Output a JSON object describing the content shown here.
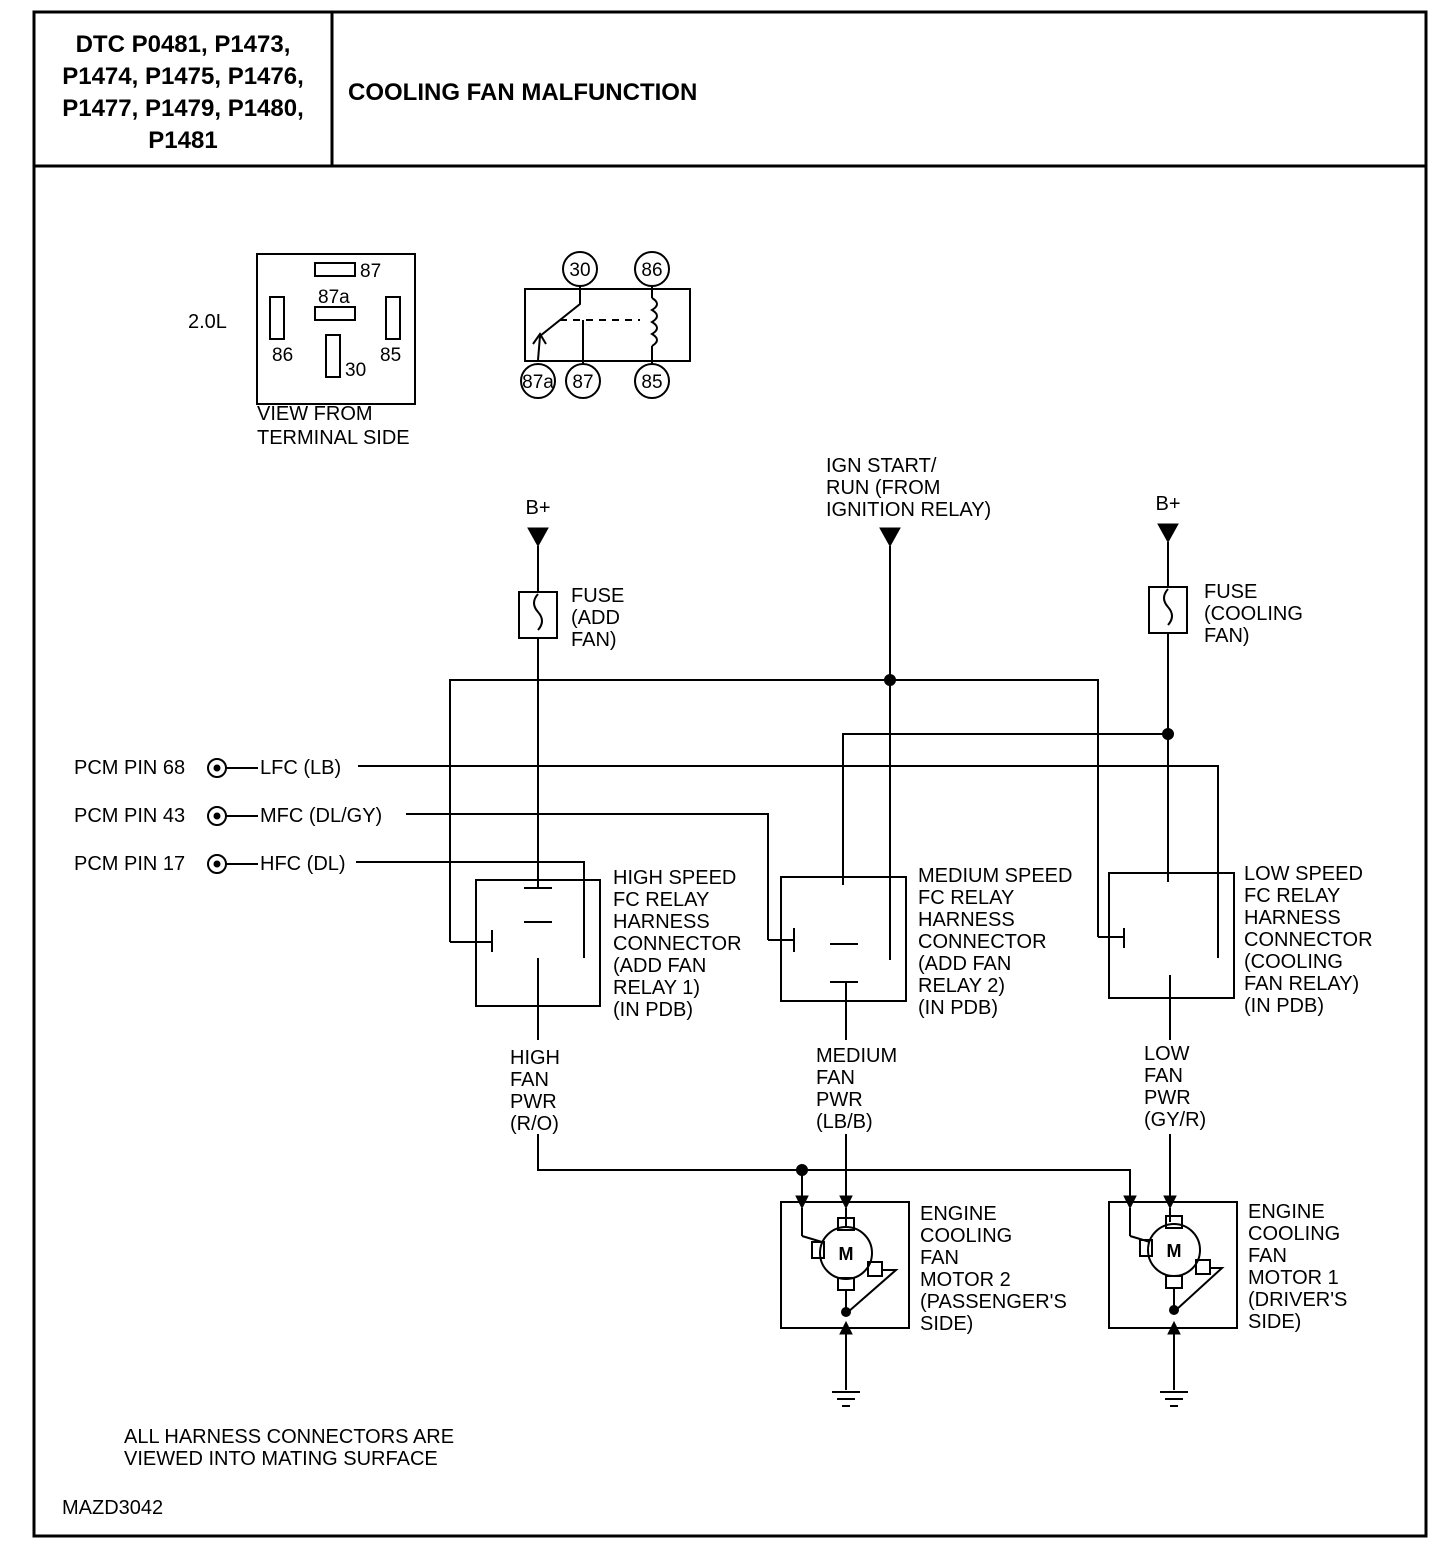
{
  "header": {
    "dtc_lines": [
      "DTC P0481, P1473,",
      "P1474, P1475, P1476,",
      "P1477, P1479, P1480,",
      "P1481"
    ],
    "title": "COOLING FAN MALFUNCTION"
  },
  "connector_view": {
    "engine": "2.0L",
    "terminals": [
      "87",
      "87a",
      "86",
      "85",
      "30"
    ],
    "caption_lines": [
      "VIEW FROM",
      "TERMINAL SIDE"
    ]
  },
  "relay_schematic": {
    "top_terminals": [
      "30",
      "86"
    ],
    "bottom_terminals": [
      "87a",
      "87",
      "85"
    ]
  },
  "power_sources": {
    "b_plus_left": "B+",
    "b_plus_right": "B+",
    "ign_lines": [
      "IGN START/",
      "RUN (FROM",
      "IGNITION RELAY)"
    ]
  },
  "fuses": {
    "add_fan": [
      "FUSE",
      "(ADD",
      "FAN)"
    ],
    "cooling_fan": [
      "FUSE",
      "(COOLING",
      "FAN)"
    ]
  },
  "pcm_pins": [
    {
      "pin": "PCM PIN 68",
      "signal": "LFC (LB)"
    },
    {
      "pin": "PCM PIN 43",
      "signal": "MFC (DL/GY)"
    },
    {
      "pin": "PCM PIN 17",
      "signal": "HFC (DL)"
    }
  ],
  "relays": {
    "high": [
      "HIGH SPEED",
      "FC RELAY",
      "HARNESS",
      "CONNECTOR",
      "(ADD FAN",
      "RELAY 1)",
      "(IN PDB)"
    ],
    "medium": [
      "MEDIUM SPEED",
      "FC RELAY",
      "HARNESS",
      "CONNECTOR",
      "(ADD FAN",
      "RELAY 2)",
      "(IN PDB)"
    ],
    "low": [
      "LOW SPEED",
      "FC RELAY",
      "HARNESS",
      "CONNECTOR",
      "(COOLING",
      "FAN RELAY)",
      "(IN PDB)"
    ]
  },
  "power_wires": {
    "high": [
      "HIGH",
      "FAN",
      "PWR",
      "(R/O)"
    ],
    "medium": [
      "MEDIUM",
      "FAN",
      "PWR",
      "(LB/B)"
    ],
    "low": [
      "LOW",
      "FAN",
      "PWR",
      "(GY/R)"
    ]
  },
  "motors": {
    "motor2": [
      "ENGINE",
      "COOLING",
      "FAN",
      "MOTOR 2",
      "(PASSENGER'S",
      "SIDE)"
    ],
    "motor1": [
      "ENGINE",
      "COOLING",
      "FAN",
      "MOTOR 1",
      "(DRIVER'S",
      "SIDE)"
    ],
    "symbol": "M"
  },
  "footer": {
    "note_lines": [
      "ALL HARNESS CONNECTORS ARE",
      "VIEWED INTO MATING SURFACE"
    ],
    "code": "MAZD3042"
  }
}
